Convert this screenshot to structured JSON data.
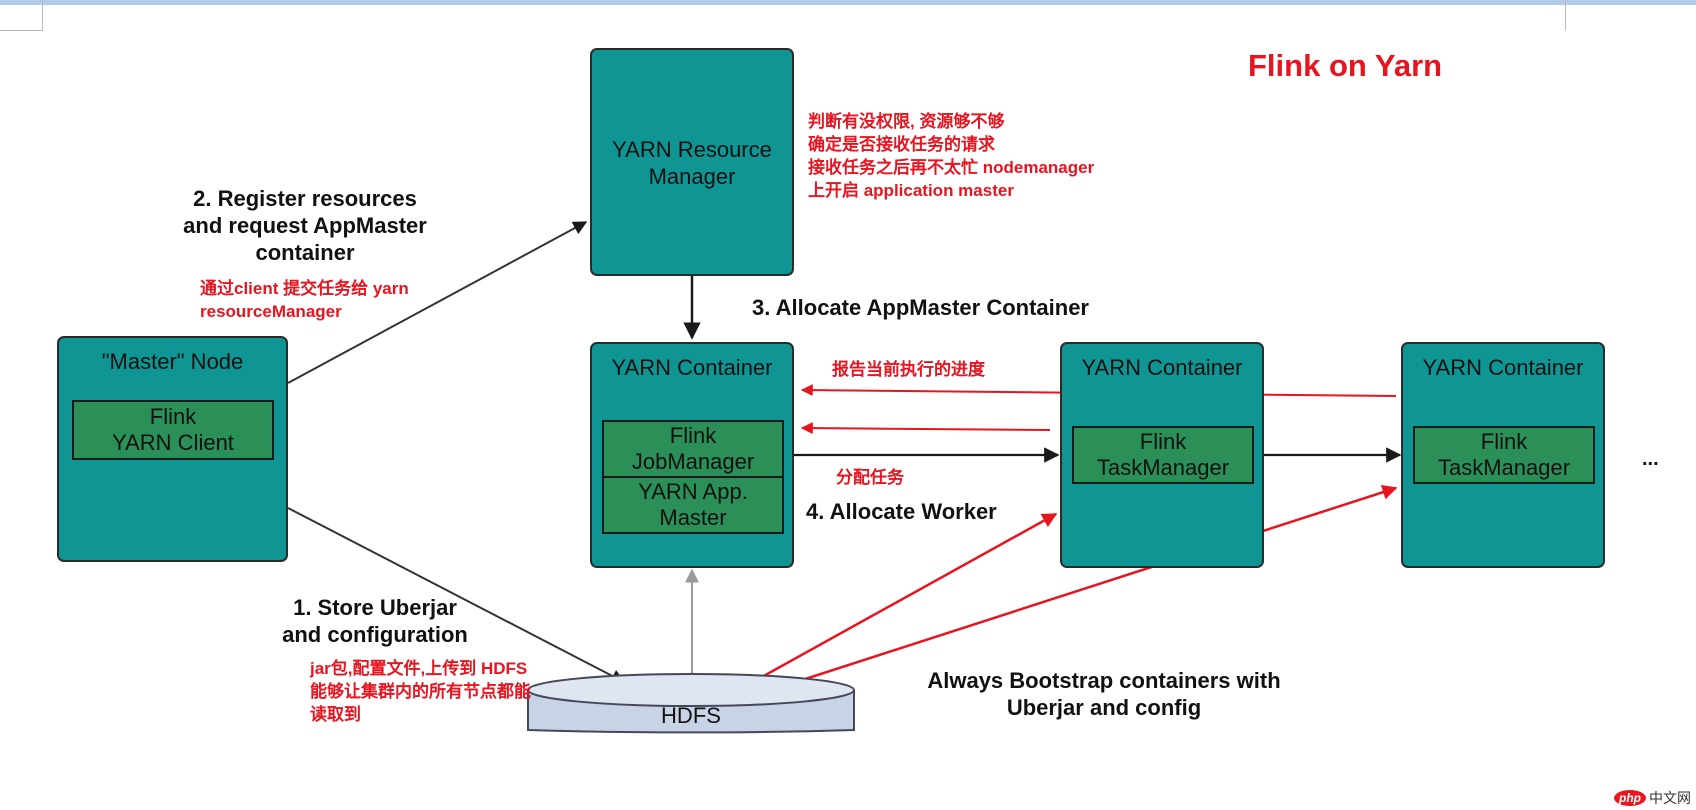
{
  "title": "Flink on Yarn",
  "nodes": {
    "master": {
      "title": "\"Master\" Node",
      "inner": [
        "Flink",
        "YARN Client"
      ]
    },
    "resource_manager": {
      "title": [
        "YARN Resource",
        "Manager"
      ]
    },
    "container_main": {
      "title": "YARN Container",
      "inner_top": [
        "Flink",
        "JobManager"
      ],
      "inner_bottom": [
        "YARN App.",
        "Master"
      ]
    },
    "container_2": {
      "title": "YARN Container",
      "inner": [
        "Flink",
        "TaskManager"
      ]
    },
    "container_3": {
      "title": "YARN Container",
      "inner": [
        "Flink",
        "TaskManager"
      ]
    },
    "hdfs": {
      "label": "HDFS"
    },
    "ellipsis": "..."
  },
  "steps": {
    "register": [
      "2. Register resources",
      "and request AppMaster",
      "container"
    ],
    "allocate_appmaster": "3. Allocate AppMaster Container",
    "allocate_worker": "4. Allocate Worker",
    "store": [
      "1. Store Uberjar",
      "and configuration"
    ],
    "bootstrap": [
      "Always Bootstrap containers with",
      "Uberjar and config"
    ]
  },
  "notes": {
    "rm_note": [
      "判断有没权限, 资源够不够",
      "确定是否接收任务的请求",
      "接收任务之后再不太忙 nodemanager",
      "上开启 application master"
    ],
    "client_note": [
      "通过client 提交任务给 yarn",
      "resourceManager"
    ],
    "report_note": "报告当前执行的进度",
    "assign_note": "分配任务",
    "hdfs_note": [
      "jar包,配置文件,上传到 HDFS",
      "能够让集群内的所有节点都能",
      "读取到"
    ]
  },
  "watermark": {
    "brand": "php",
    "site": "中文网"
  },
  "colors": {
    "node_fill": "#0f9593",
    "inner_fill": "#2b8f58",
    "annotation_red": "#e8141f",
    "hdfs_fill": "#c9d3e6"
  }
}
